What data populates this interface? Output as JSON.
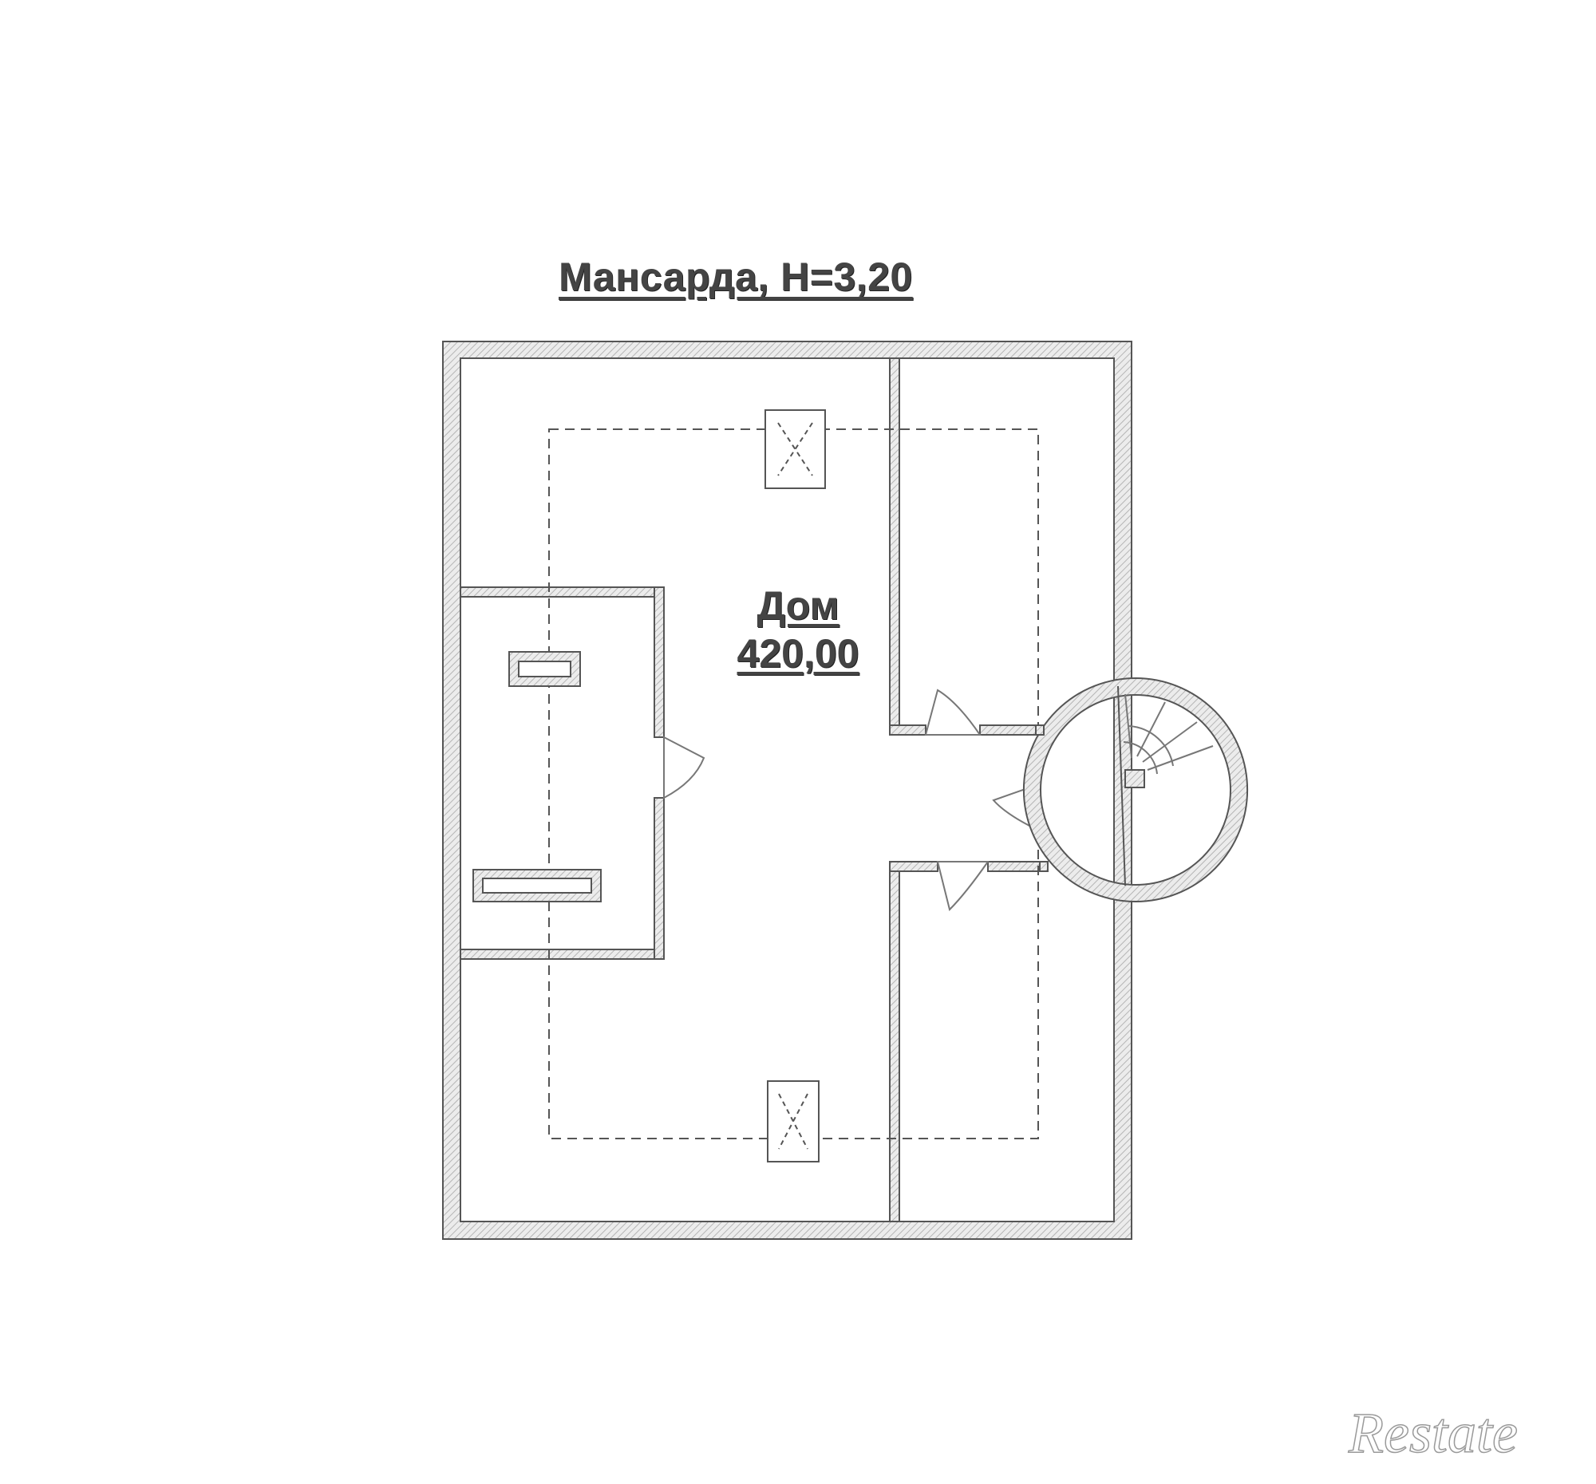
{
  "plan": {
    "title": "Мансарда, Н=3,20",
    "room": {
      "name": "Дом",
      "area": "420,00"
    }
  },
  "watermark": {
    "text": "Restate"
  },
  "colors": {
    "wall_fill": "#d9d9d9",
    "line": "#555555",
    "text": "#444444"
  }
}
